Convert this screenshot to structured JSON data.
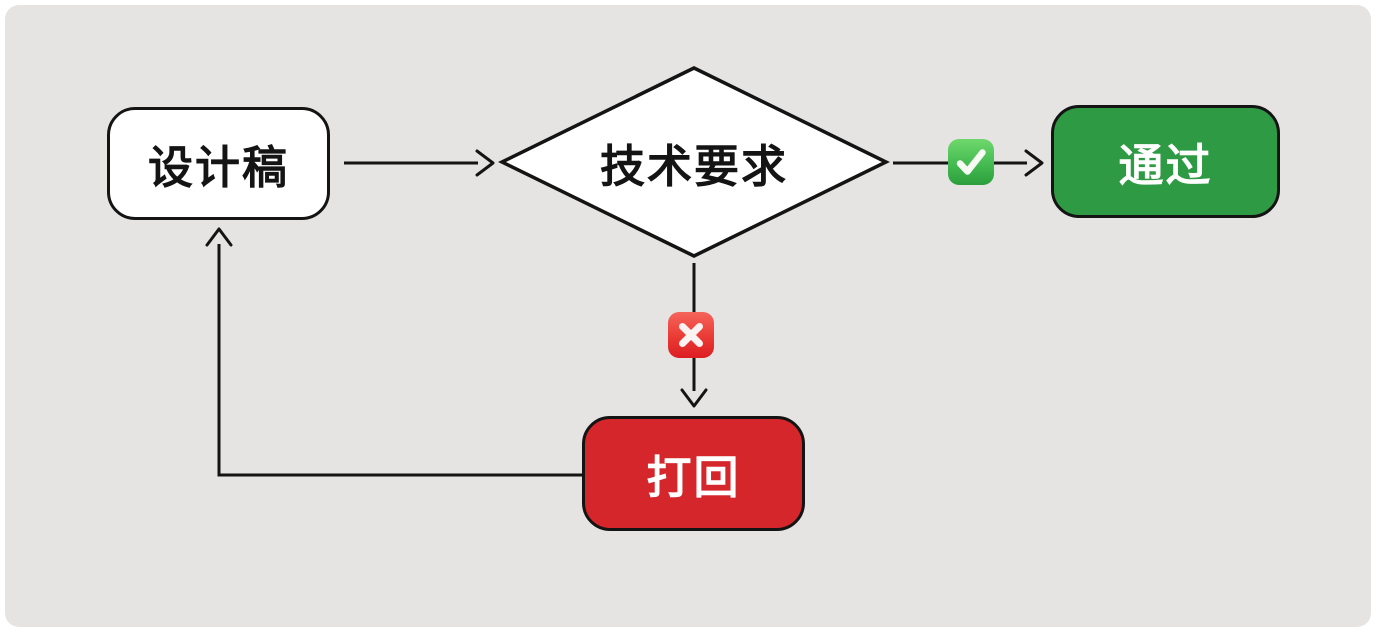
{
  "diagram": {
    "page_background": "#ffffff",
    "canvas_background": "#e5e4e2",
    "stroke_color": "#141414",
    "nodes": [
      {
        "id": "design-draft",
        "label": "设计稿",
        "shape": "rounded-rectangle",
        "fill": "#ffffff",
        "text_color": "#141414"
      },
      {
        "id": "tech-requirements",
        "label": "技术要求",
        "shape": "diamond",
        "fill": "#ffffff",
        "text_color": "#141414"
      },
      {
        "id": "pass",
        "label": "通过",
        "shape": "rounded-rectangle",
        "fill": "#2e9a44",
        "text_color": "#ffffff"
      },
      {
        "id": "reject",
        "label": "打回",
        "shape": "rounded-rectangle",
        "fill": "#d4262b",
        "text_color": "#ffffff"
      }
    ],
    "edges": [
      {
        "from": "design-draft",
        "to": "tech-requirements",
        "badge": null
      },
      {
        "from": "tech-requirements",
        "to": "pass",
        "badge": "check-mark"
      },
      {
        "from": "tech-requirements",
        "to": "reject",
        "badge": "cross-mark"
      },
      {
        "from": "reject",
        "to": "design-draft",
        "badge": null
      }
    ],
    "badges": {
      "check_mark": {
        "meaning": "yes / pass",
        "glyph": "✓",
        "gradient_top": "#6ed86c",
        "gradient_bottom": "#2b9e3b"
      },
      "cross_mark": {
        "meaning": "no / reject",
        "glyph": "✕",
        "gradient_top": "#f5655b",
        "gradient_bottom": "#dc1d24"
      }
    }
  }
}
